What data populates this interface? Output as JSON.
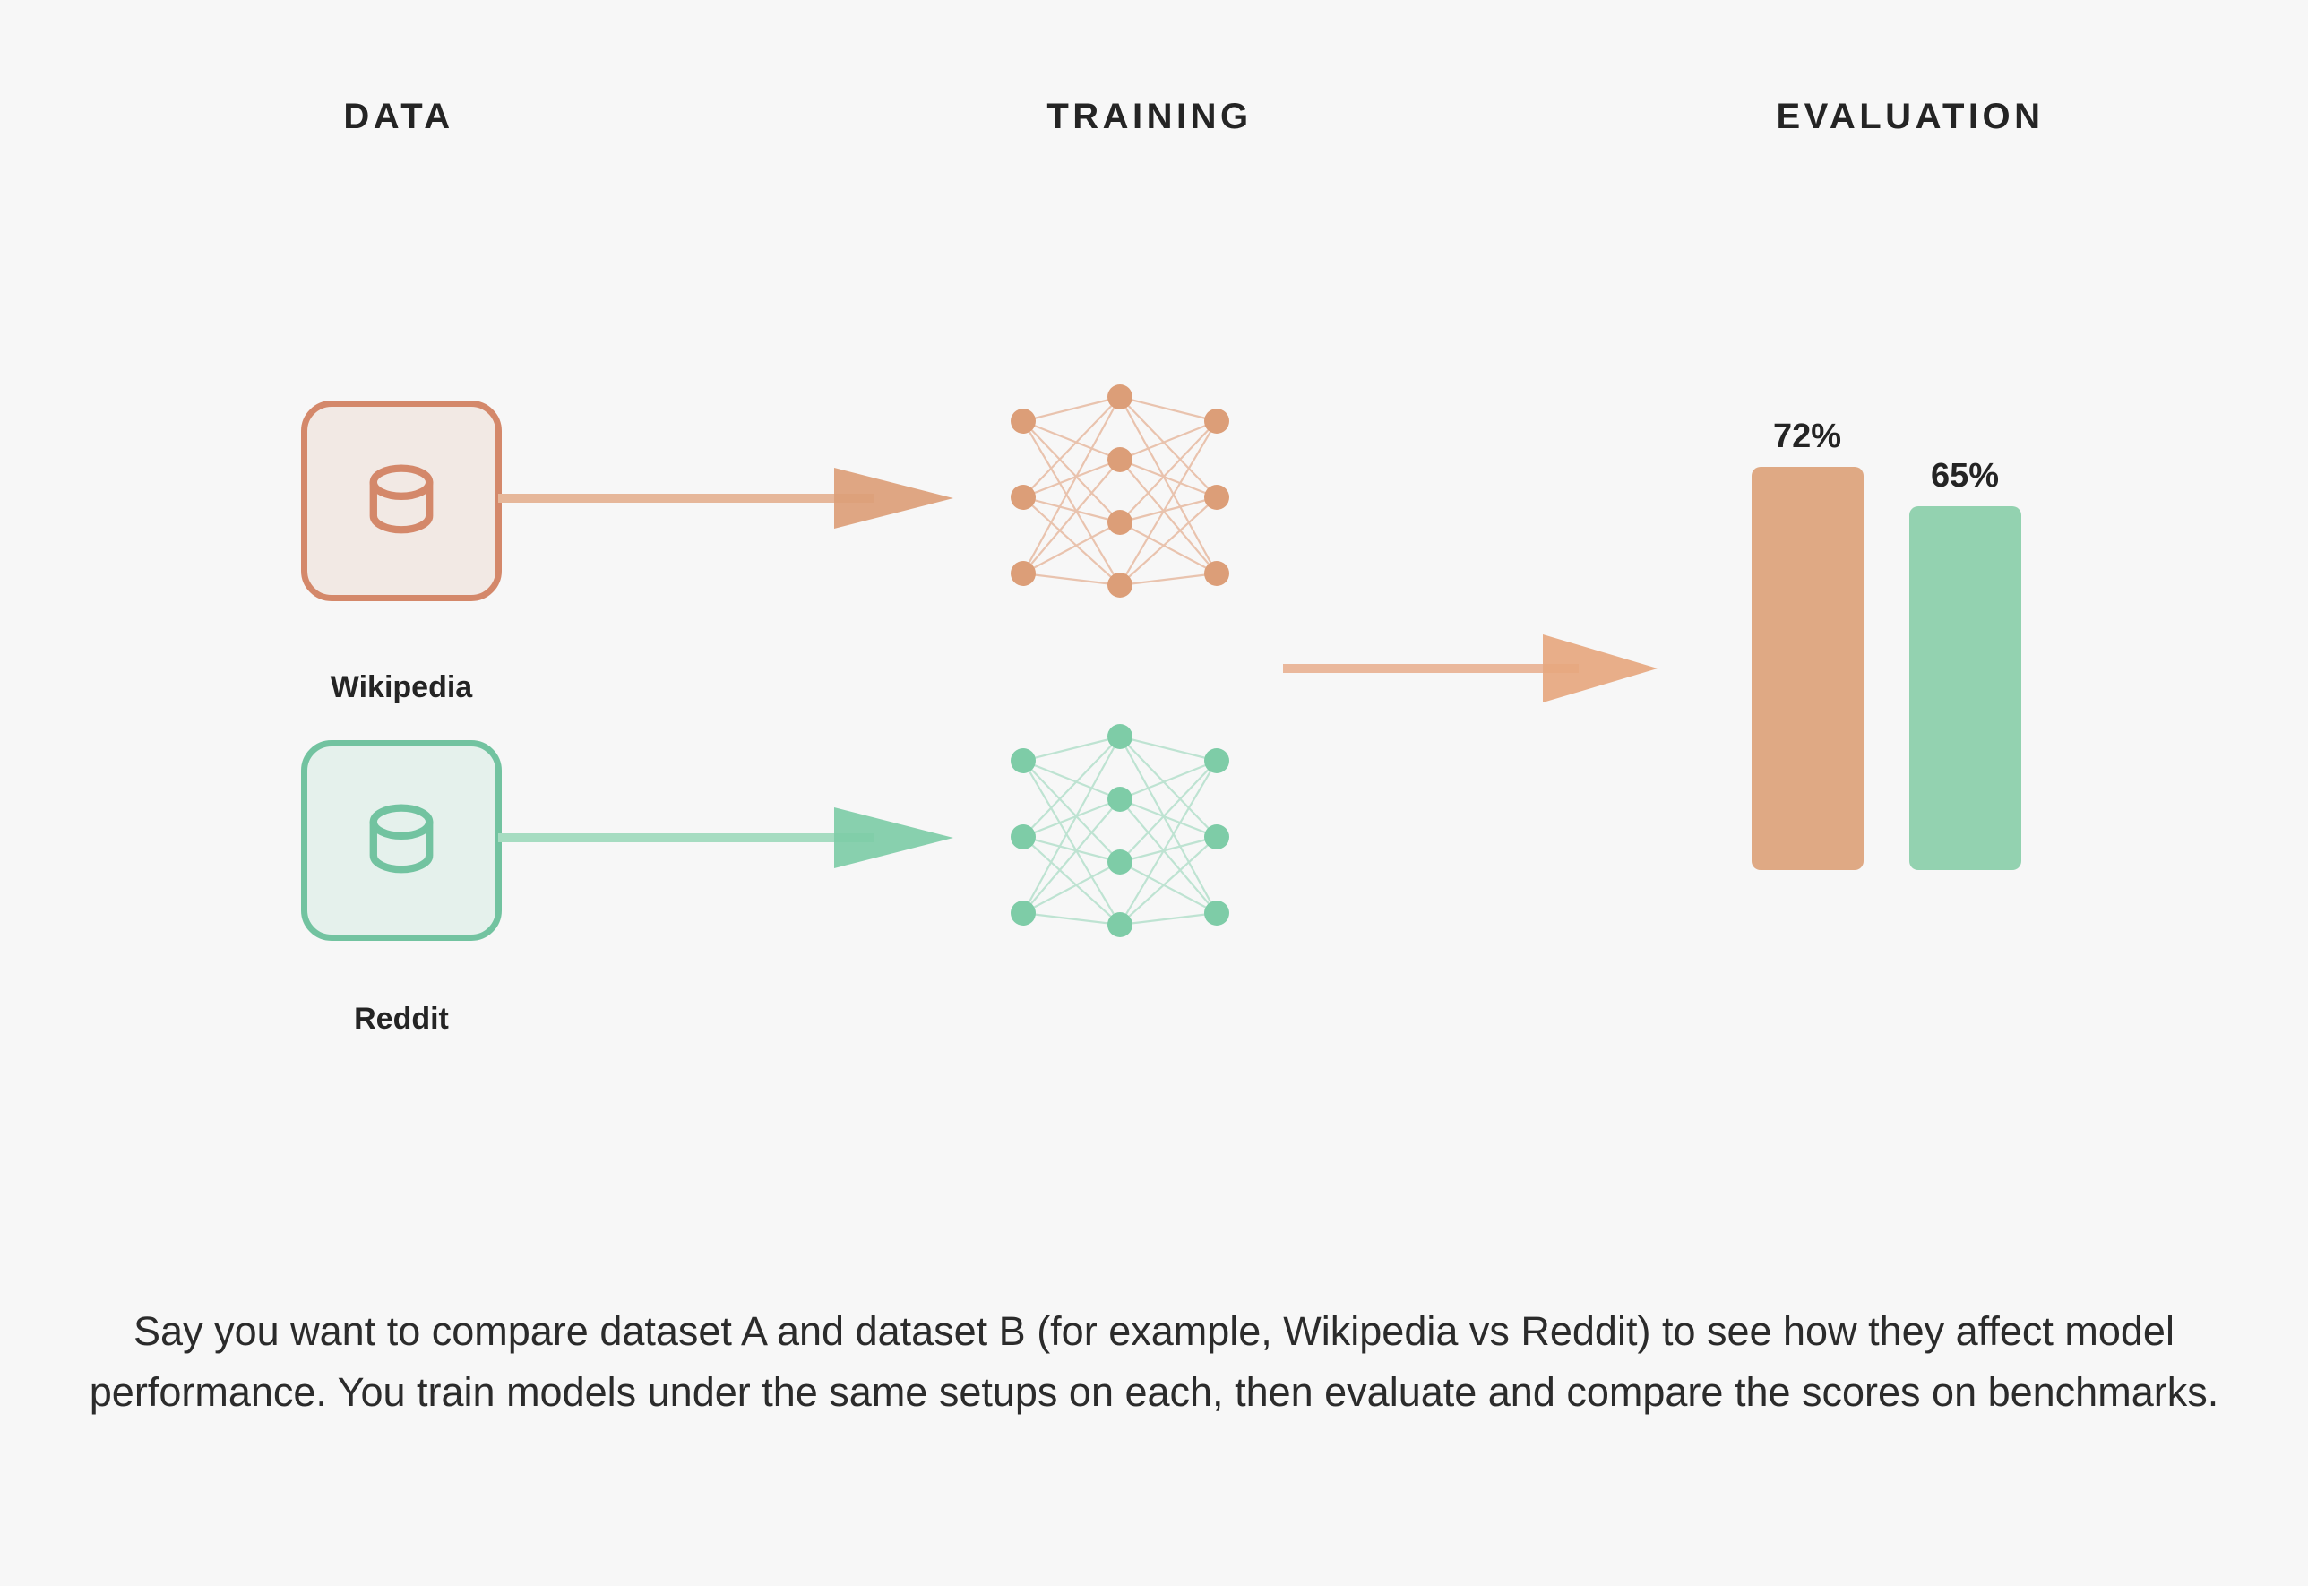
{
  "columns": {
    "data": "DATA",
    "training": "TRAINING",
    "evaluation": "EVALUATION"
  },
  "datasets": [
    {
      "name": "Wikipedia",
      "icon": "database-icon",
      "stroke_color": "#d4886a",
      "fill_color": "#f2e9e4"
    },
    {
      "name": "Reddit",
      "icon": "database-icon",
      "stroke_color": "#72c3a0",
      "fill_color": "#e5f1ec"
    }
  ],
  "training": {
    "networks": [
      {
        "for": "Wikipedia",
        "color": "#d4886a",
        "layers": [
          3,
          4,
          3
        ]
      },
      {
        "for": "Reddit",
        "color": "#72c3a0",
        "layers": [
          3,
          4,
          3
        ]
      }
    ]
  },
  "arrows": [
    {
      "name": "wikipedia-to-model",
      "color": "#e6b79a"
    },
    {
      "name": "reddit-to-model",
      "color": "#a6dcc1"
    },
    {
      "name": "training-to-evaluation",
      "color": "#eab89c"
    }
  ],
  "chart_data": {
    "type": "bar",
    "title": "EVALUATION",
    "categories": [
      "Wikipedia",
      "Reddit"
    ],
    "values": [
      72,
      65
    ],
    "value_labels": [
      "72%",
      "65%"
    ],
    "colors": [
      "#dfa984",
      "#93d2b0"
    ],
    "ylabel": "",
    "xlabel": "",
    "ylim": [
      0,
      100
    ],
    "grid": false,
    "legend": "none",
    "unit": "%"
  },
  "caption": "Say you want to compare dataset A and dataset B (for example, Wikipedia vs Reddit) to see how they affect model performance. You train models under the same setups on each, then evaluate and compare the scores on benchmarks.",
  "theme": {
    "background": "#f7f7f7",
    "text_color": "#242424",
    "accent_orange": "#d4886a",
    "accent_green": "#72c3a0"
  }
}
